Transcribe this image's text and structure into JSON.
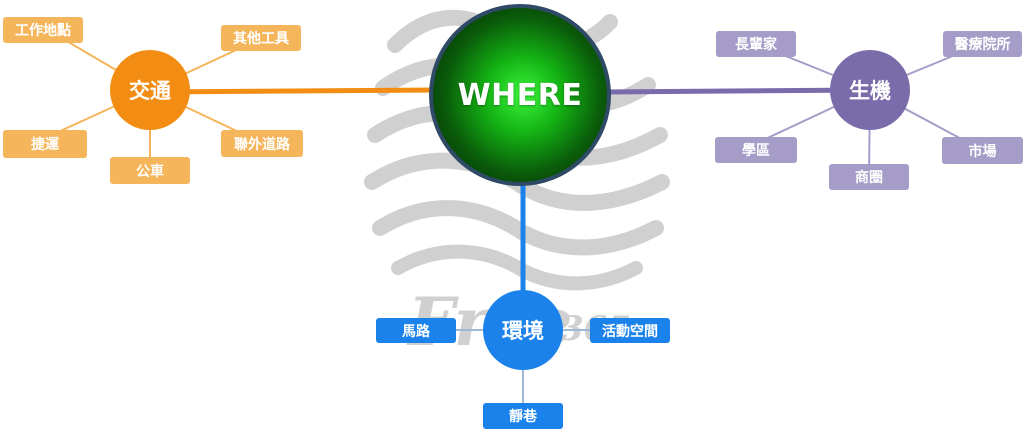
{
  "colors": {
    "hub_ring": "#2f4a66",
    "transport": "#f28c12",
    "transport_light": "#f5b55a",
    "life": "#7a6caa",
    "life_light": "#a59dc7",
    "environment": "#1a82ea",
    "watermark": "#d0d0d0"
  },
  "watermark": {
    "text": "Free",
    "number": "365"
  },
  "hub": {
    "label": "WHERE"
  },
  "transport": {
    "label": "交通",
    "items": [
      "工作地點",
      "其他工具",
      "捷運",
      "公車",
      "聯外道路"
    ]
  },
  "life": {
    "label": "生機",
    "items": [
      "長輩家",
      "醫療院所",
      "學區",
      "商圈",
      "市場"
    ]
  },
  "environment": {
    "label": "環境",
    "items": [
      "馬路",
      "活動空間",
      "靜巷"
    ]
  }
}
